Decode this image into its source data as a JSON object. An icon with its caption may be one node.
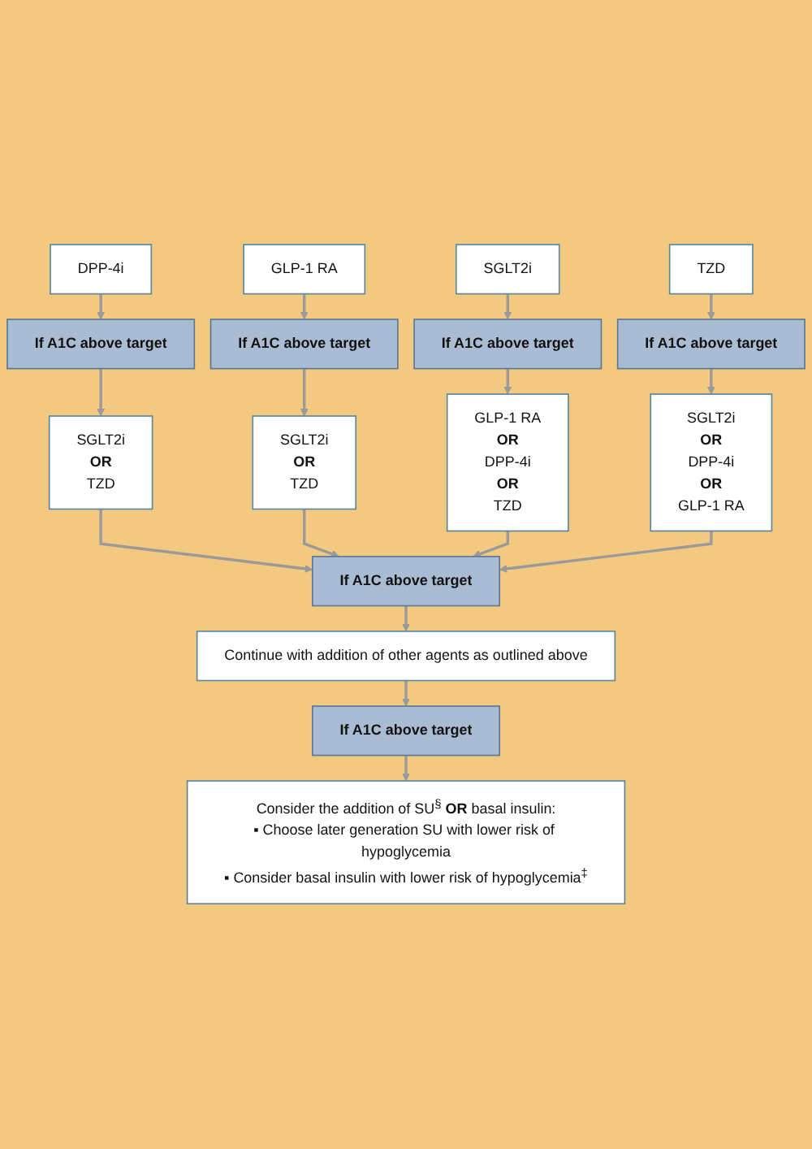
{
  "diagram": {
    "nodes": [
      {
        "text": [
          "DPP-4i"
        ]
      },
      {
        "text": [
          "GLP-1 RA"
        ]
      },
      {
        "text": [
          "SGLT2i"
        ]
      },
      {
        "text": [
          "TZD"
        ]
      },
      {
        "text": [
          "If A1C above target"
        ]
      },
      {
        "text": [
          "If A1C above target"
        ]
      },
      {
        "text": [
          "If A1C above target"
        ]
      },
      {
        "text": [
          "If A1C above target"
        ]
      },
      {
        "text": [
          "SGLT2i",
          "OR",
          "TZD"
        ]
      },
      {
        "text": [
          "SGLT2i",
          "OR",
          "TZD"
        ]
      },
      {
        "text": [
          "GLP-1 RA",
          "OR",
          "DPP-4i",
          "OR",
          "TZD"
        ]
      },
      {
        "text": [
          "SGLT2i",
          "OR",
          "DPP-4i",
          "OR",
          "GLP-1 RA"
        ]
      },
      {
        "text": [
          "If A1C above target"
        ]
      },
      {
        "text": [
          "Continue with addition of other agents as outlined above"
        ]
      },
      {
        "text": [
          "If A1C above target"
        ]
      },
      {
        "text": [
          "Consider the addition of SU$^{§}$ **OR** basal insulin:",
          "▪ Choose later generation SU with lower risk of hypoglycemia",
          "▪ Consider basal insulin with lower risk of hypoglycemia$^{‡}$"
        ]
      }
    ],
    "edges": [
      {
        "from": 0,
        "to": 4,
        "arrow": "to"
      },
      {
        "from": 1,
        "to": 5,
        "arrow": "to"
      },
      {
        "from": 2,
        "to": 6,
        "arrow": "to"
      },
      {
        "from": 3,
        "to": 7,
        "arrow": "to"
      },
      {
        "from": 4,
        "to": 8,
        "arrow": "to"
      },
      {
        "from": 5,
        "to": 9,
        "arrow": "to"
      },
      {
        "from": 6,
        "to": 10,
        "arrow": "to"
      },
      {
        "from": 7,
        "to": 11,
        "arrow": "to"
      },
      {
        "from": 8,
        "to": 12,
        "arrow": "to"
      },
      {
        "from": 9,
        "to": 12,
        "arrow": "to"
      },
      {
        "from": 10,
        "to": 12,
        "arrow": "to"
      },
      {
        "from": 11,
        "to": 12,
        "arrow": "to"
      },
      {
        "from": 12,
        "to": 13,
        "arrow": "to"
      },
      {
        "from": 13,
        "to": 14,
        "arrow": "to"
      },
      {
        "from": 14,
        "to": 15,
        "arrow": "to"
      }
    ]
  }
}
